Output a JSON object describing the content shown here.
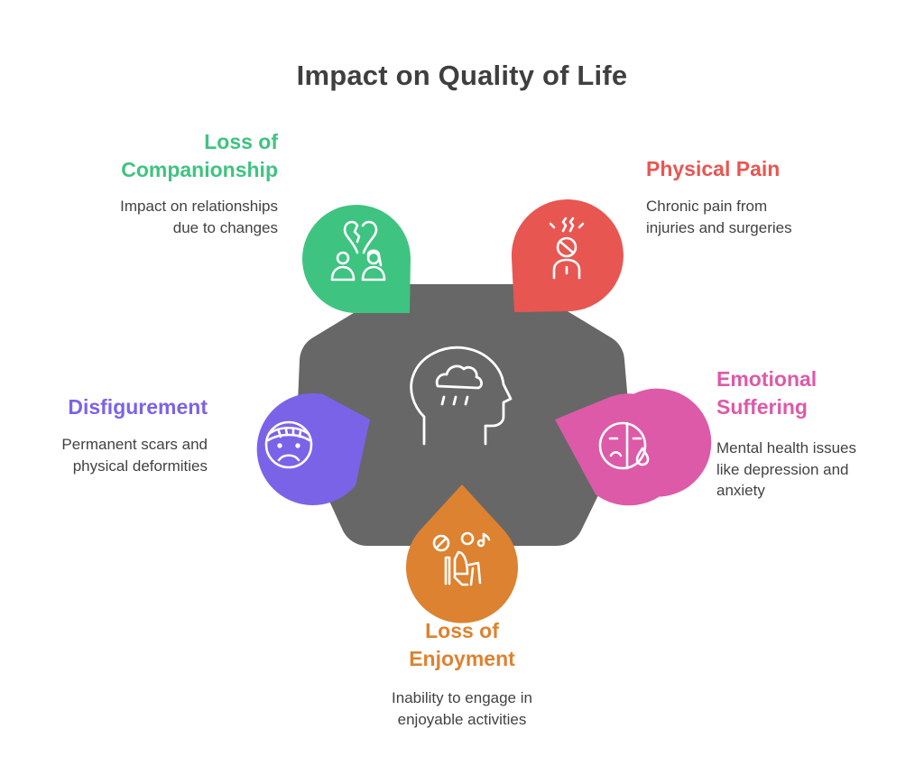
{
  "title": "Impact on Quality of Life",
  "colors": {
    "center": "#676767",
    "companionship": "#3fc381",
    "physical_pain": "#e85651",
    "emotional": "#dd5aa8",
    "enjoyment": "#dd8230",
    "disfigurement": "#7b63e8",
    "title_text": "#3f3f3f",
    "body_text": "#424242"
  },
  "center": {
    "icon": "head-rain-cloud-icon"
  },
  "items": {
    "companionship": {
      "label_lines": [
        "Loss of",
        "Companionship"
      ],
      "desc_lines": [
        "Impact on relationships",
        "due to changes"
      ],
      "icon": "broken-heart-couple-icon"
    },
    "physical_pain": {
      "label_lines": [
        "Physical Pain"
      ],
      "desc_lines": [
        "Chronic pain from",
        "injuries and surgeries"
      ],
      "icon": "person-in-pain-icon"
    },
    "emotional": {
      "label_lines": [
        "Emotional",
        "Suffering"
      ],
      "desc_lines": [
        "Mental health issues",
        "like depression and",
        "anxiety"
      ],
      "icon": "crying-mask-icon"
    },
    "enjoyment": {
      "label_lines": [
        "Loss of",
        "Enjoyment"
      ],
      "desc_lines": [
        "Inability to engage in",
        "enjoyable activities"
      ],
      "icon": "person-no-music-icon"
    },
    "disfigurement": {
      "label_lines": [
        "Disfigurement"
      ],
      "desc_lines": [
        "Permanent scars and",
        "physical deformities"
      ],
      "icon": "bandaged-sad-face-icon"
    }
  }
}
